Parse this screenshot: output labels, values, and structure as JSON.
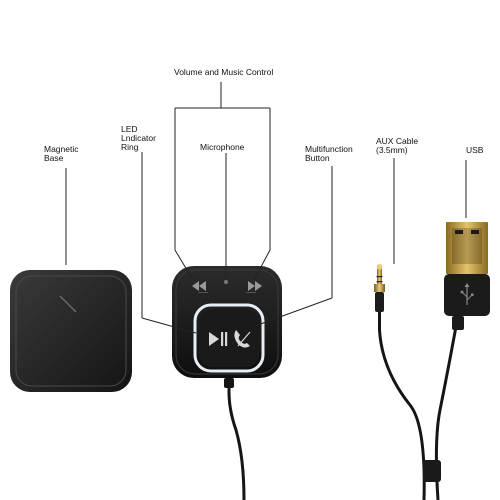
{
  "labels": {
    "volume_control": "Volume and Music Control",
    "magnetic_base": "Magnetic\nBase",
    "led_ring": "LED\nLndicator\nRing",
    "microphone": "Microphone",
    "multifunction": "Multifunction\nButton",
    "aux_cable": "AUX Cable\n(3.5mm)",
    "usb": "USB"
  },
  "icons": {
    "prev": "previous-track-icon",
    "next": "next-track-icon",
    "play_pause": "play-pause-icon",
    "phone": "phone-icon",
    "usb_symbol": "usb-symbol-icon"
  },
  "colors": {
    "device_body": "#1b1b1b",
    "led_ring": "#dfe8f2",
    "usb_plug": "#c9a34a",
    "callout_line": "#222222"
  }
}
